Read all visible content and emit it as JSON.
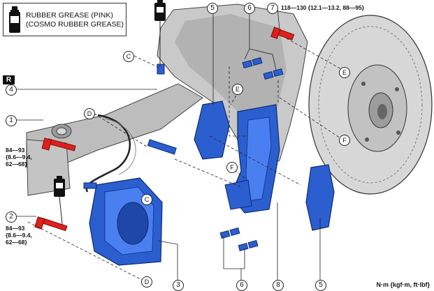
{
  "legend": {
    "line1": "RUBBER GREASE (PINK)",
    "line2": "(COSMO RUBBER GREASE)"
  },
  "side_marker": "R",
  "callouts": {
    "n1": "1",
    "n2": "2",
    "n3": "3",
    "n4": "4",
    "n5_top": "5",
    "n5_bottom": "5",
    "n6_top": "6",
    "n6_bottom": "6",
    "n7": "7",
    "n8": "8"
  },
  "letters": {
    "c_top": "C",
    "c_mid": "C",
    "d_top": "D",
    "d_bottom": "D",
    "e_upper": "E",
    "e_right": "E",
    "f_left": "F",
    "f_right": "F"
  },
  "torques": {
    "t7": "118—130 {12.1—13.2, 88—95}",
    "t1_a": "84—93",
    "t1_b": "{8.6—9.4,",
    "t1_c": "62—68}",
    "t2_a": "84—93",
    "t2_b": "{8.6—9.4,",
    "t2_c": "62—68}"
  },
  "unit_note": "N·m {kgf·m, ft·lbf}",
  "colors": {
    "caliper_blue": "#2b5fd0",
    "bolt_red": "#e0201b",
    "knuckle_gray": "#b9b9b9",
    "line": "#222222"
  },
  "icons": [
    "grease-tube-icon"
  ]
}
